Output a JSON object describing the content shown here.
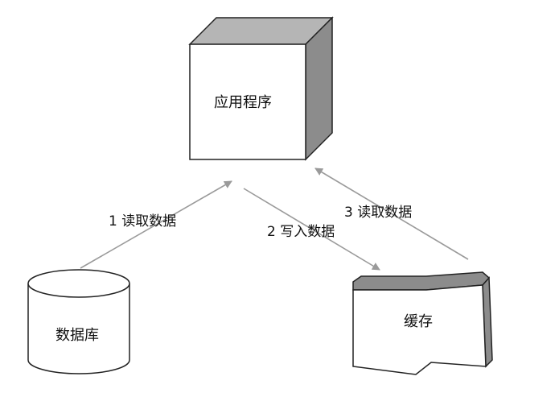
{
  "nodes": {
    "application": {
      "label": "应用程序",
      "shape": "3d-box"
    },
    "database": {
      "label": "数据库",
      "shape": "cylinder"
    },
    "cache": {
      "label": "缓存",
      "shape": "3d-banner"
    }
  },
  "edges": [
    {
      "from": "database",
      "to": "application",
      "label": "1  读取数据"
    },
    {
      "from": "application",
      "to": "cache",
      "label": "2  写入数据"
    },
    {
      "from": "cache",
      "to": "application",
      "label": "3  读取数据"
    }
  ],
  "colors": {
    "stroke": "#222222",
    "shade_dark": "#8c8c8c",
    "shade_light": "#b5b5b5",
    "arrow": "#9a9a9a",
    "fill": "#ffffff",
    "text": "#111111"
  }
}
